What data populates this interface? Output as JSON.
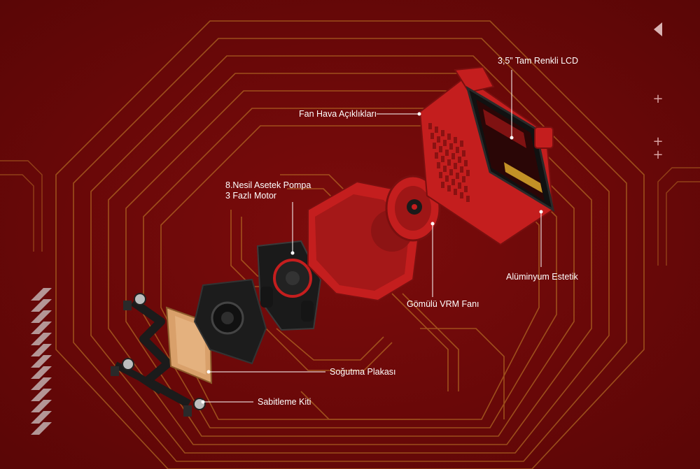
{
  "callouts": {
    "lcd": "3,5” Tam Renkli LCD",
    "fan_vents": "Fan Hava Açıklıkları",
    "pump_line1": "8.Nesil Asetek Pompa",
    "pump_line2": "3 Fazlı Motor",
    "aluminum": "Alüminyum Estetik",
    "vrm_fan": "Gömülü VRM Fanı",
    "cold_plate": "Soğutma Plakası",
    "mount_kit": "Sabitleme Kiti"
  },
  "colors": {
    "background": "#6e0a0a",
    "circuit": "#c98a2c",
    "accent_red": "#c41e1e",
    "text": "#ffffff"
  },
  "icons": {
    "nav": "triangle-left-icon",
    "plus": "plus-icon"
  },
  "nav": {
    "plus_1": "+",
    "plus_2": "+",
    "plus_3": "+"
  }
}
